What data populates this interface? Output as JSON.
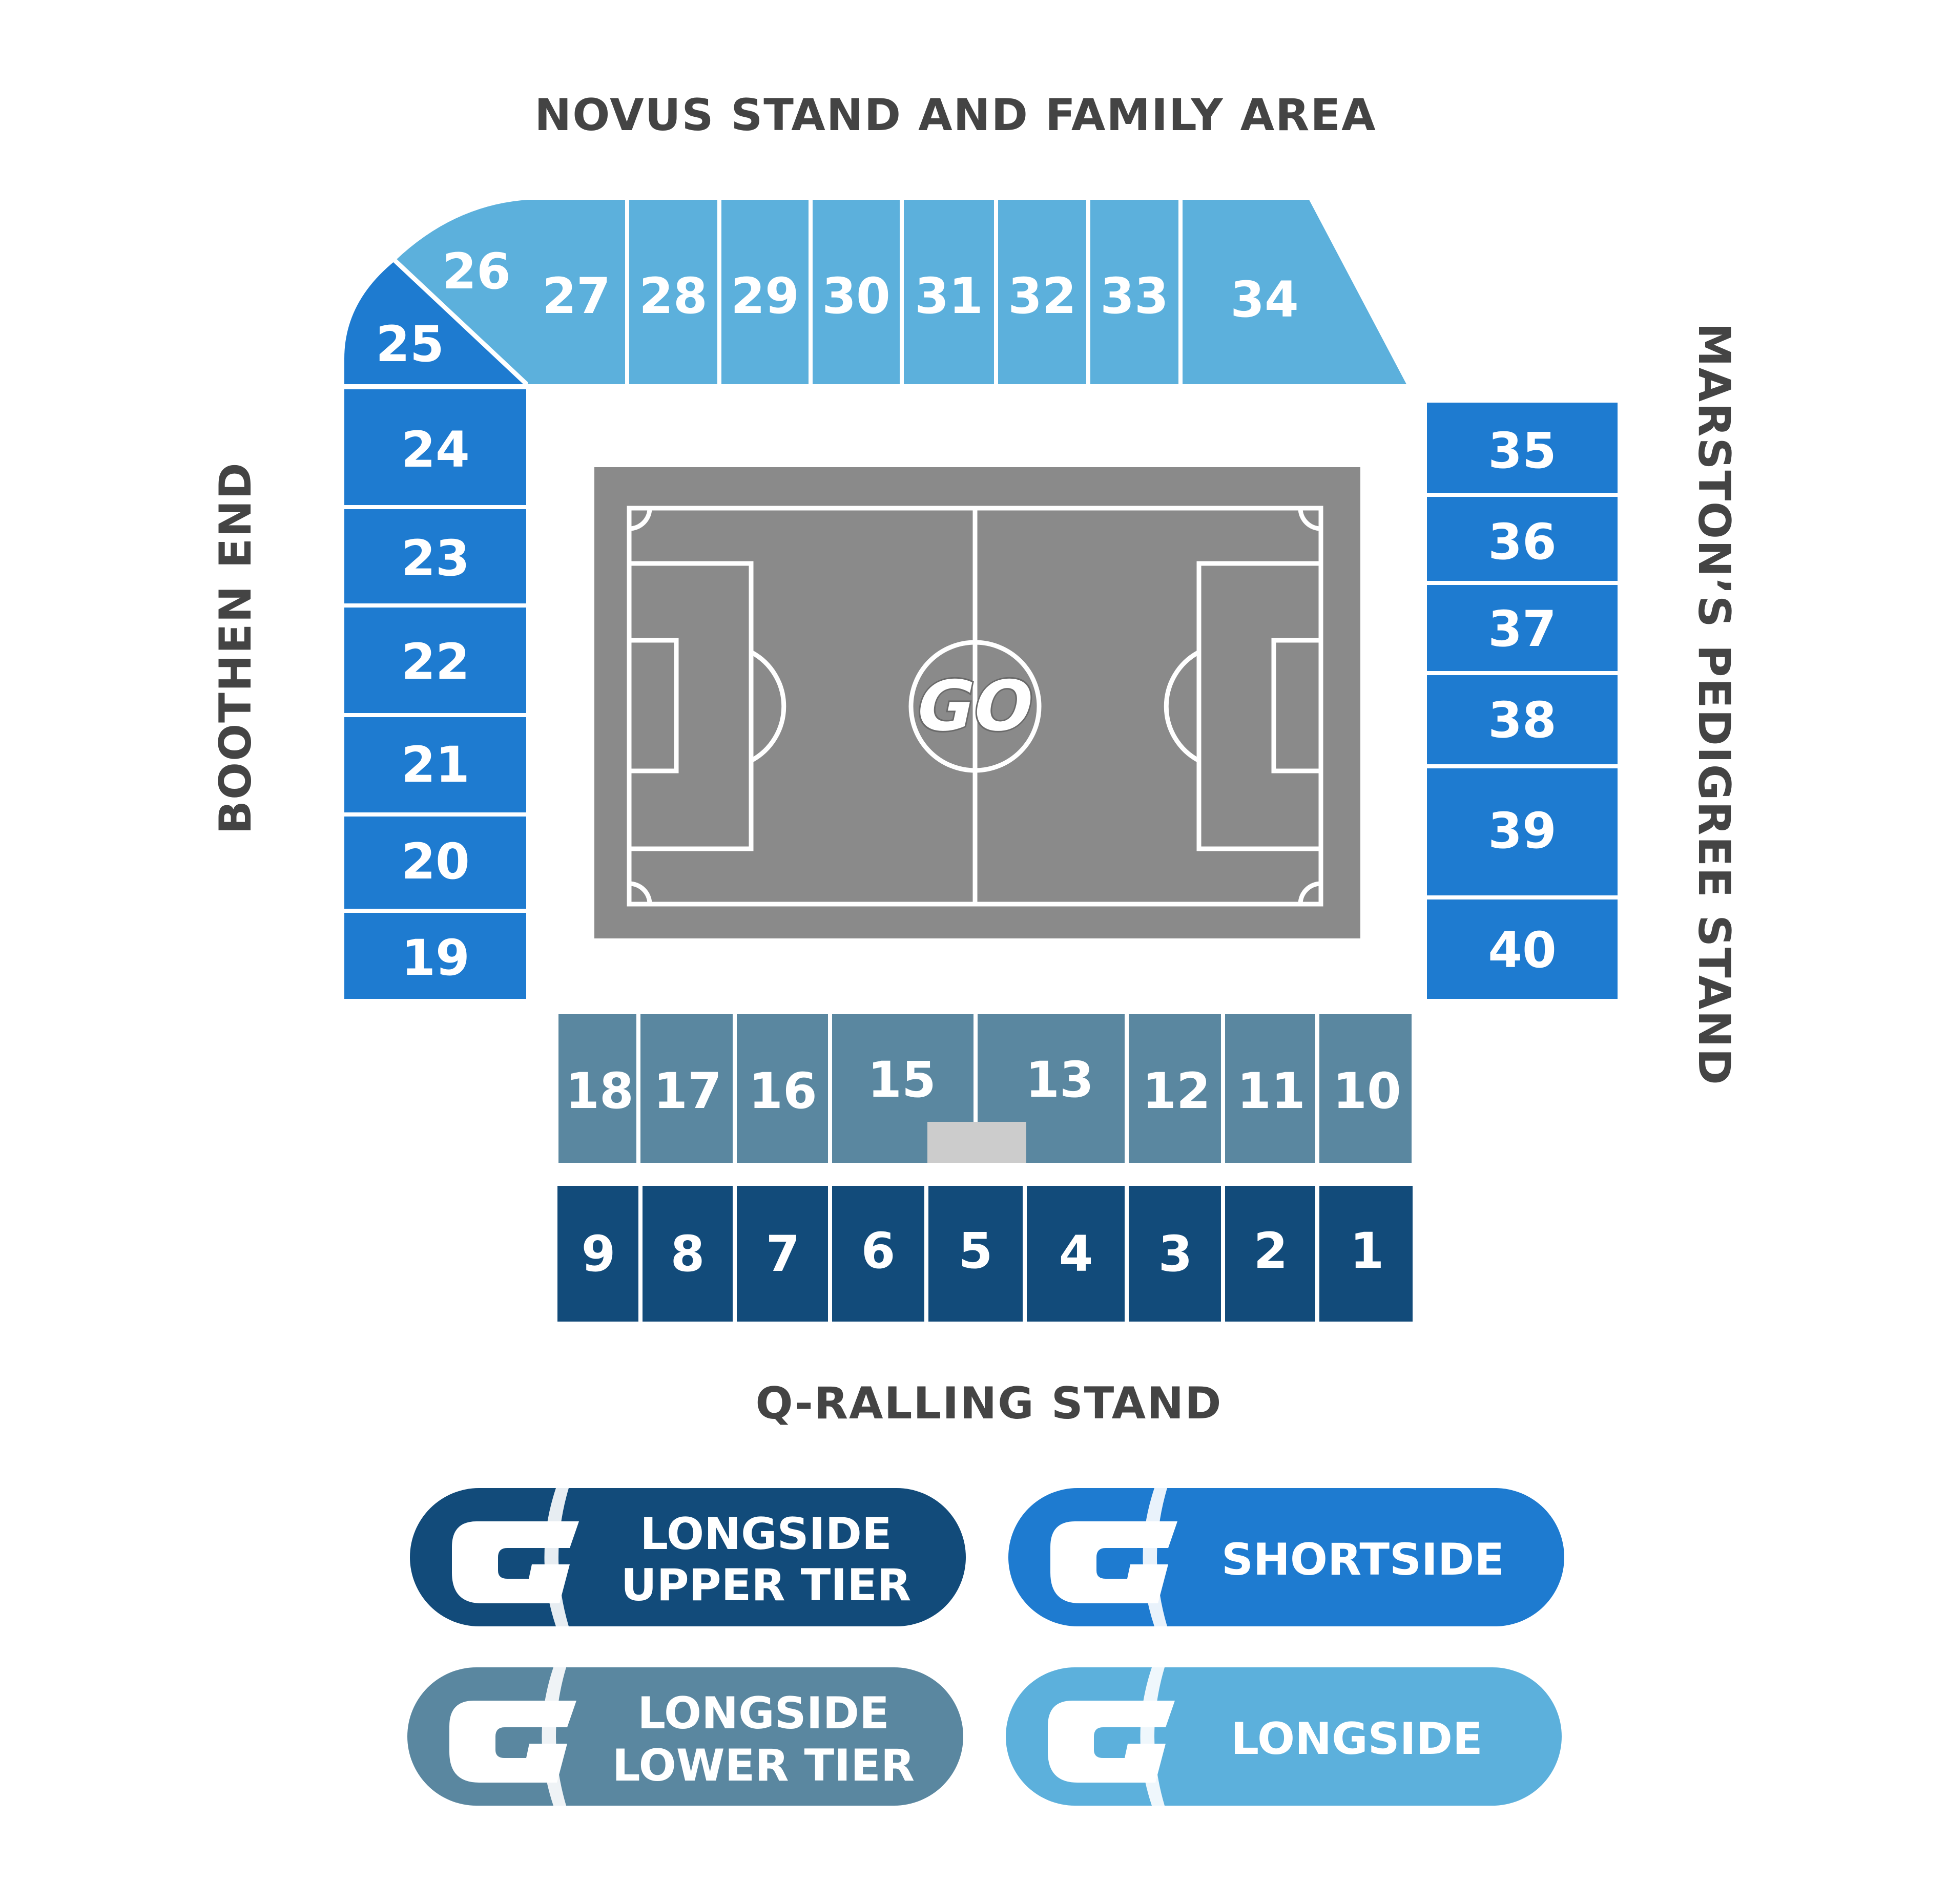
{
  "stands": {
    "north": "NOVUS STAND AND FAMILY AREA",
    "west": "BOOTHEN END",
    "east": "MARSTON’S PEDIGREE STAND",
    "south": "Q-RALLING STAND"
  },
  "colors": {
    "longside_upper_tier": "#124b7a",
    "shortside": "#1e7bd0",
    "longside_lower_tier": "#5a87a0",
    "longside": "#5cb0dc",
    "pitch": "#8a8a8a",
    "pitch_lines": "#ffffff",
    "stand_title": "#444444"
  },
  "pitch": {
    "logo": "GO"
  },
  "blocks": {
    "n25": "25",
    "n26": "26",
    "n27": "27",
    "n28": "28",
    "n29": "29",
    "n30": "30",
    "n31": "31",
    "n32": "32",
    "n33": "33",
    "n34": "34",
    "w24": "24",
    "w23": "23",
    "w22": "22",
    "w21": "21",
    "w20": "20",
    "w19": "19",
    "e35": "35",
    "e36": "36",
    "e37": "37",
    "e38": "38",
    "e39": "39",
    "e40": "40",
    "s18": "18",
    "s17": "17",
    "s16": "16",
    "s15": "15",
    "s13": "13",
    "s12": "12",
    "s11": "11",
    "s10": "10",
    "s9": "9",
    "s8": "8",
    "s7": "7",
    "s6": "6",
    "s5": "5",
    "s4": "4",
    "s3": "3",
    "s2": "2",
    "s1": "1"
  },
  "legend": [
    {
      "line1": "LONGSIDE",
      "line2": "UPPER TIER",
      "color": "#124b7a",
      "icon": "g-logo-icon"
    },
    {
      "line1": "SHORTSIDE",
      "line2": "",
      "color": "#1e7bd0",
      "icon": "g-logo-icon"
    },
    {
      "line1": "LONGSIDE",
      "line2": "LOWER TIER",
      "color": "#5a87a0",
      "icon": "g-logo-icon"
    },
    {
      "line1": "LONGSIDE",
      "line2": "",
      "color": "#5cb0dc",
      "icon": "g-logo-icon"
    }
  ]
}
